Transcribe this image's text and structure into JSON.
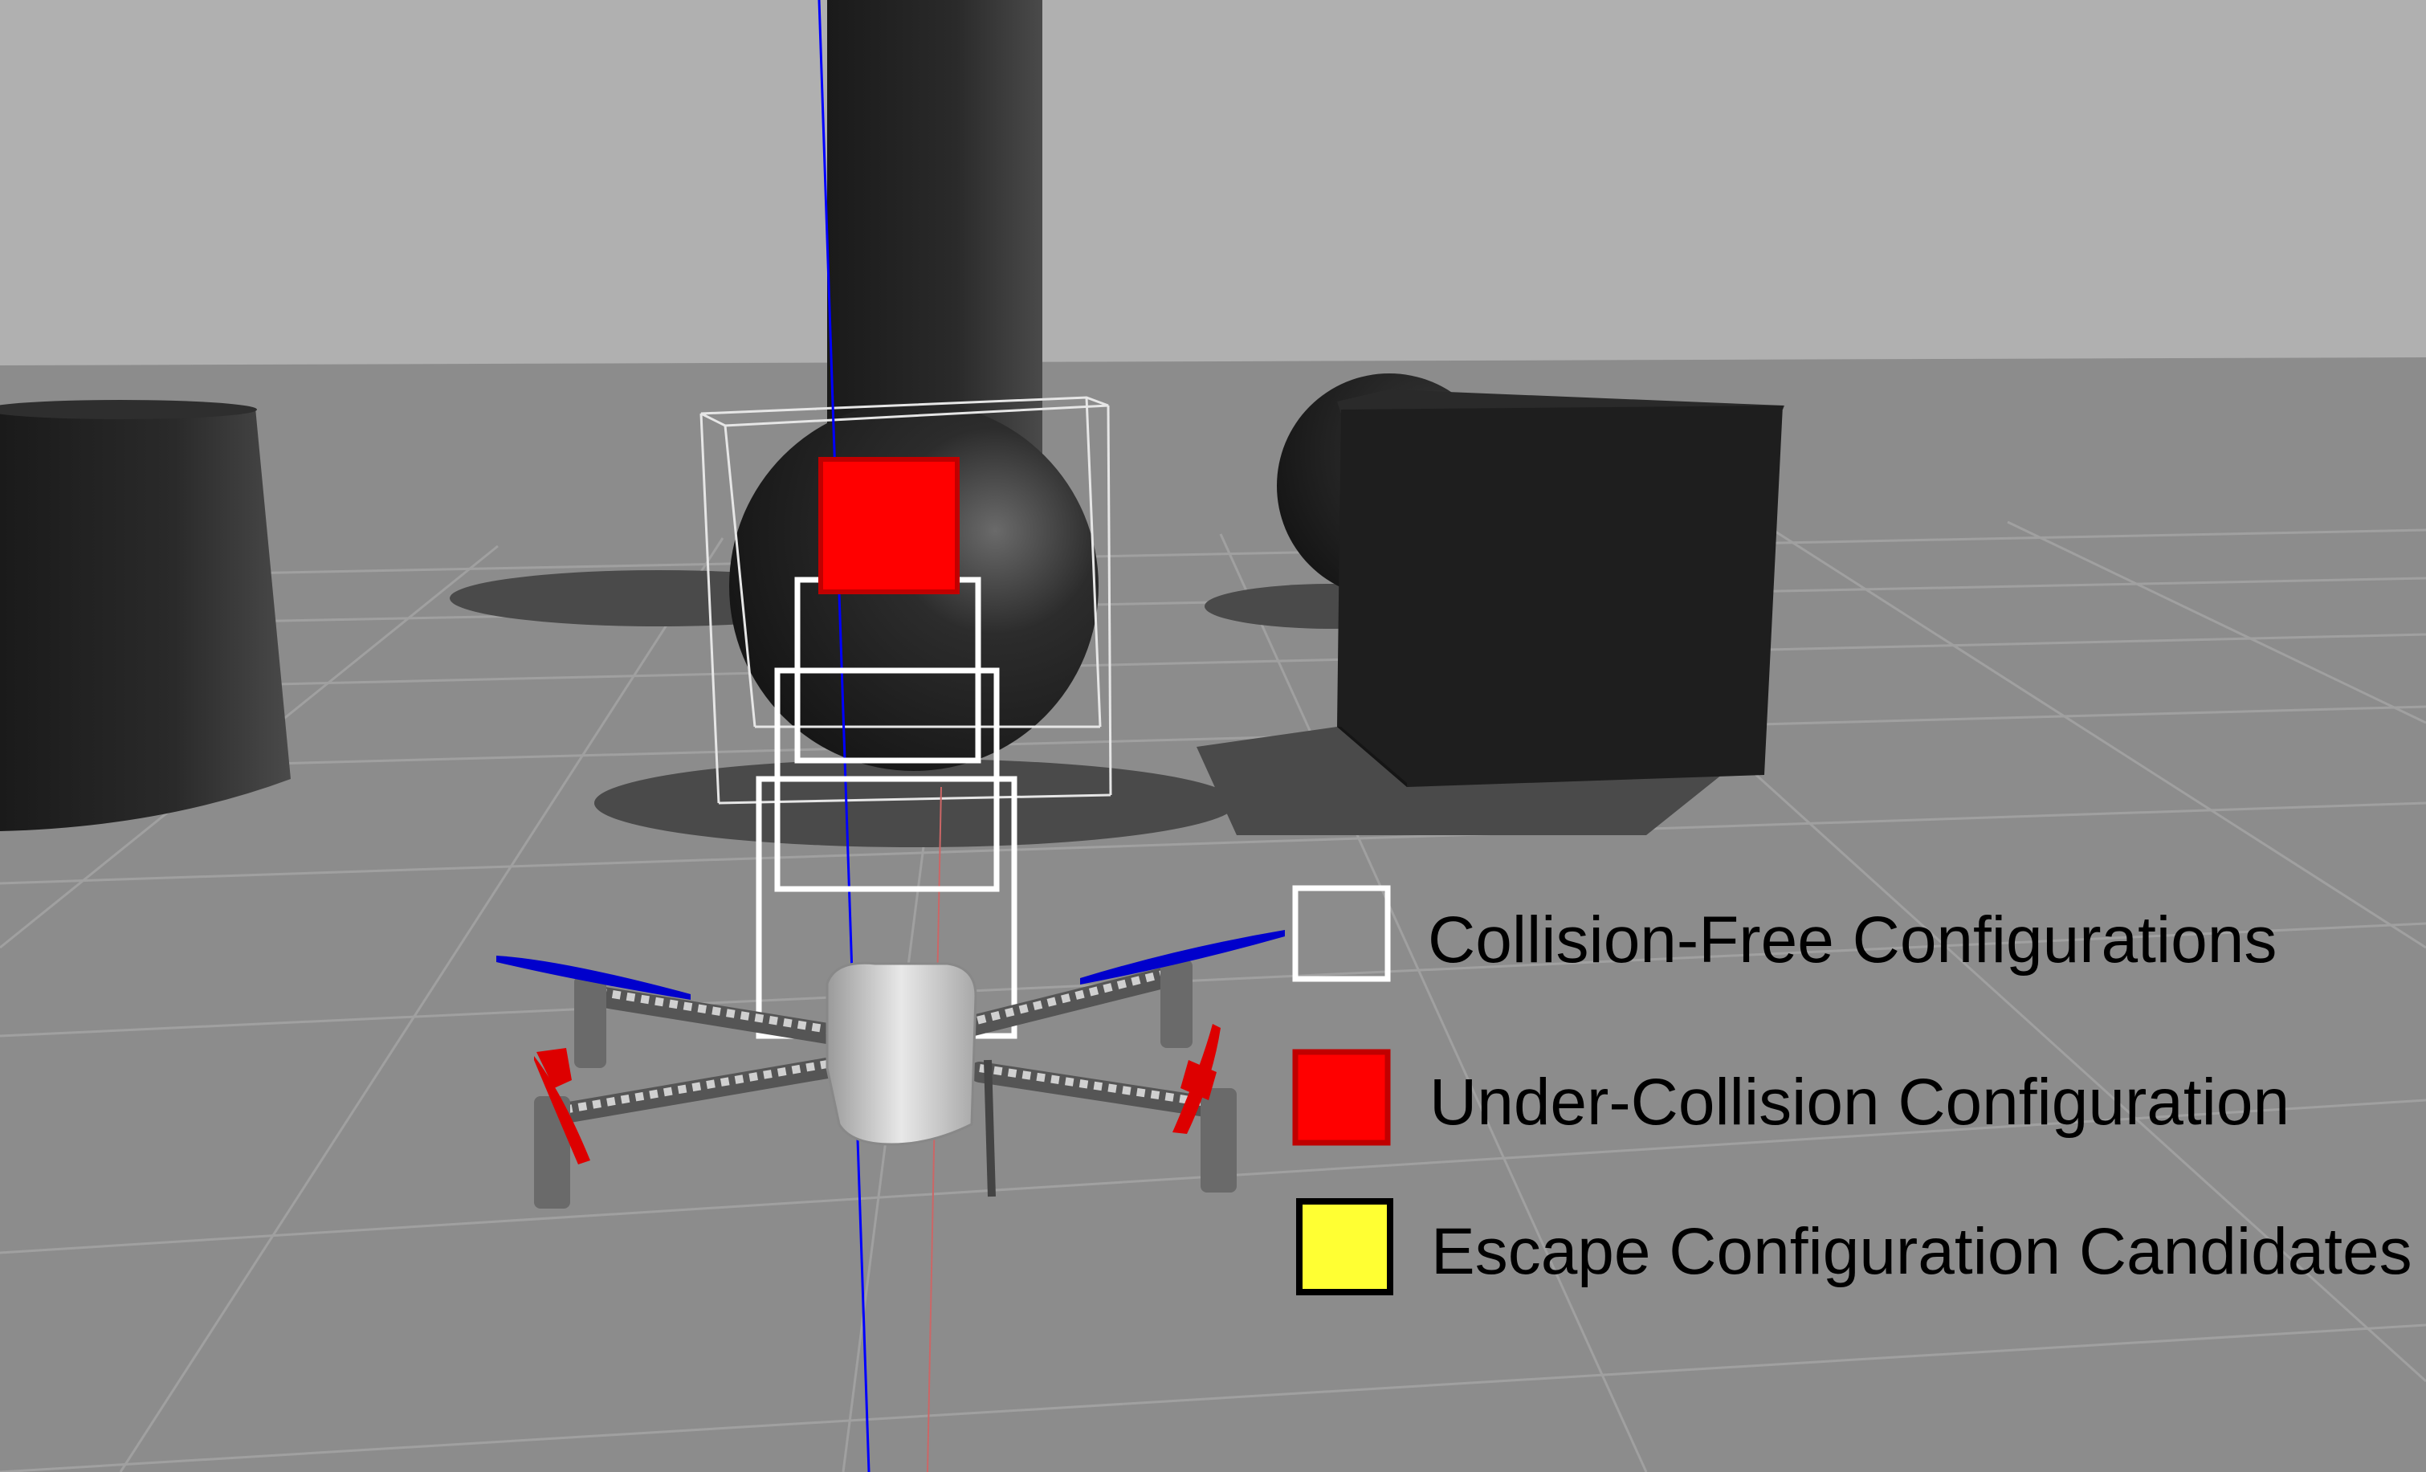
{
  "legend": {
    "items": [
      {
        "label": "Collision-Free Configurations",
        "swatch_fill": "transparent",
        "swatch_border": "#ffffff"
      },
      {
        "label": "Under-Collision Configuration",
        "swatch_fill": "#ff0000",
        "swatch_border": "#c00000"
      },
      {
        "label": "Escape Configuration Candidates",
        "swatch_fill": "#ffff33",
        "swatch_border": "#000000"
      }
    ]
  },
  "colors": {
    "sky": "#b0b0b0",
    "ground": "#8c8c8c",
    "obstacle": "#1e1e1e",
    "collision_box": "#ff0000",
    "free_box": "#ffffff",
    "propeller_front": "#0000cc",
    "propeller_rear": "#dd0000",
    "axis_z": "#0000ff",
    "axis_x": "#cc6666"
  },
  "scene": {
    "obstacles": [
      "cylinder",
      "sphere",
      "sphere",
      "cube",
      "cylinder"
    ],
    "robot": "quadrotor"
  }
}
